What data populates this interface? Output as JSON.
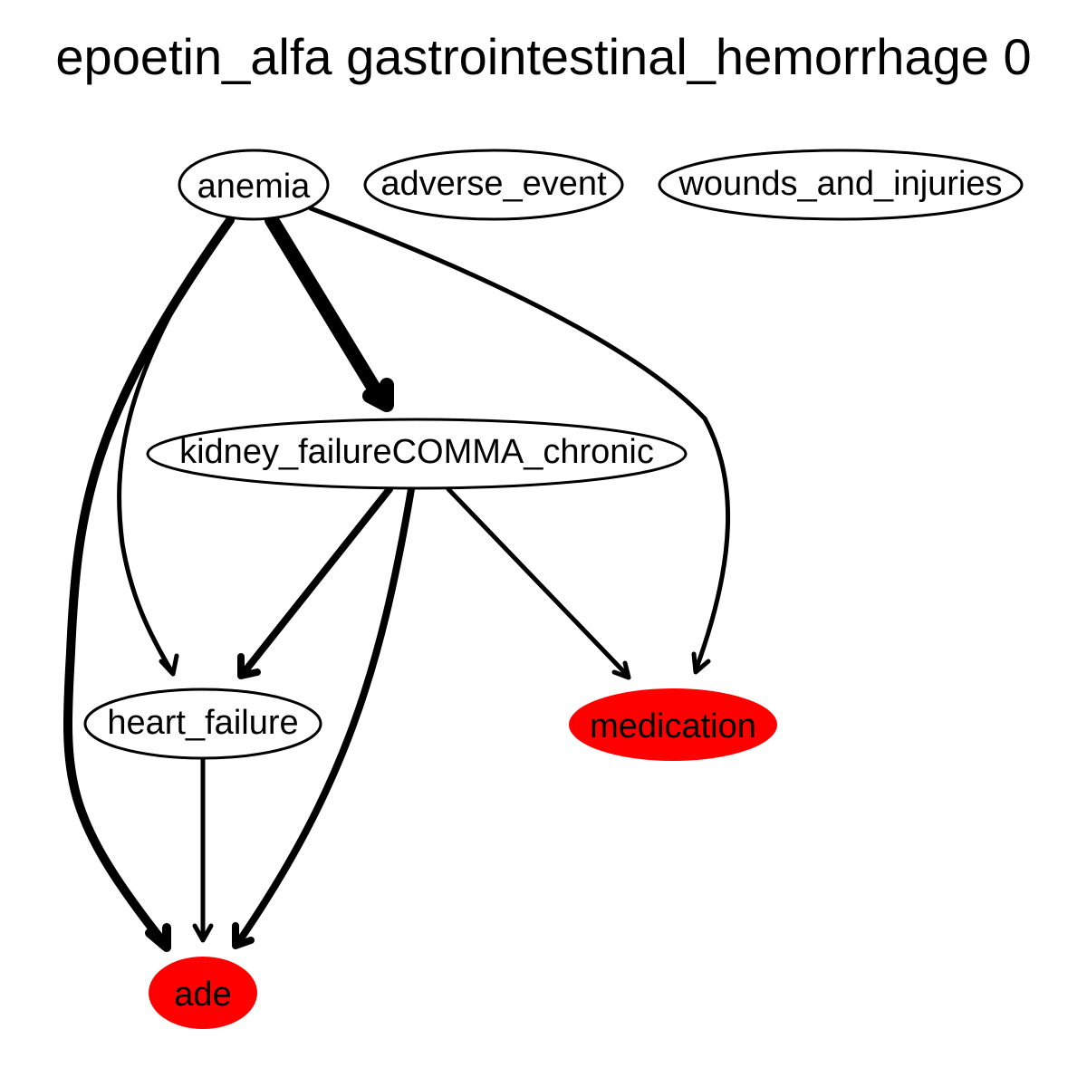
{
  "title": "epoetin_alfa gastrointestinal_hemorrhage 0",
  "colors": {
    "highlight": "#ff0000",
    "default_fill": "#ffffff",
    "stroke": "#000000"
  },
  "nodes": {
    "anemia": {
      "label": "anemia",
      "highlighted": false
    },
    "adverse_event": {
      "label": "adverse_event",
      "highlighted": false
    },
    "wounds_and_injuries": {
      "label": "wounds_and_injuries",
      "highlighted": false
    },
    "kidney_failure_chronic": {
      "label": "kidney_failureCOMMA_chronic",
      "highlighted": false
    },
    "heart_failure": {
      "label": "heart_failure",
      "highlighted": false
    },
    "medication": {
      "label": "medication",
      "highlighted": true
    },
    "ade": {
      "label": "ade",
      "highlighted": true
    }
  },
  "edges": [
    {
      "from": "anemia",
      "to": "kidney_failure_chronic",
      "weight": "heavy"
    },
    {
      "from": "anemia",
      "to": "ade",
      "weight": "heavy"
    },
    {
      "from": "anemia",
      "to": "heart_failure",
      "weight": "light"
    },
    {
      "from": "anemia",
      "to": "medication",
      "weight": "light"
    },
    {
      "from": "kidney_failure_chronic",
      "to": "heart_failure",
      "weight": "medium"
    },
    {
      "from": "kidney_failure_chronic",
      "to": "ade",
      "weight": "medium"
    },
    {
      "from": "kidney_failure_chronic",
      "to": "medication",
      "weight": "light"
    },
    {
      "from": "heart_failure",
      "to": "ade",
      "weight": "light"
    }
  ]
}
